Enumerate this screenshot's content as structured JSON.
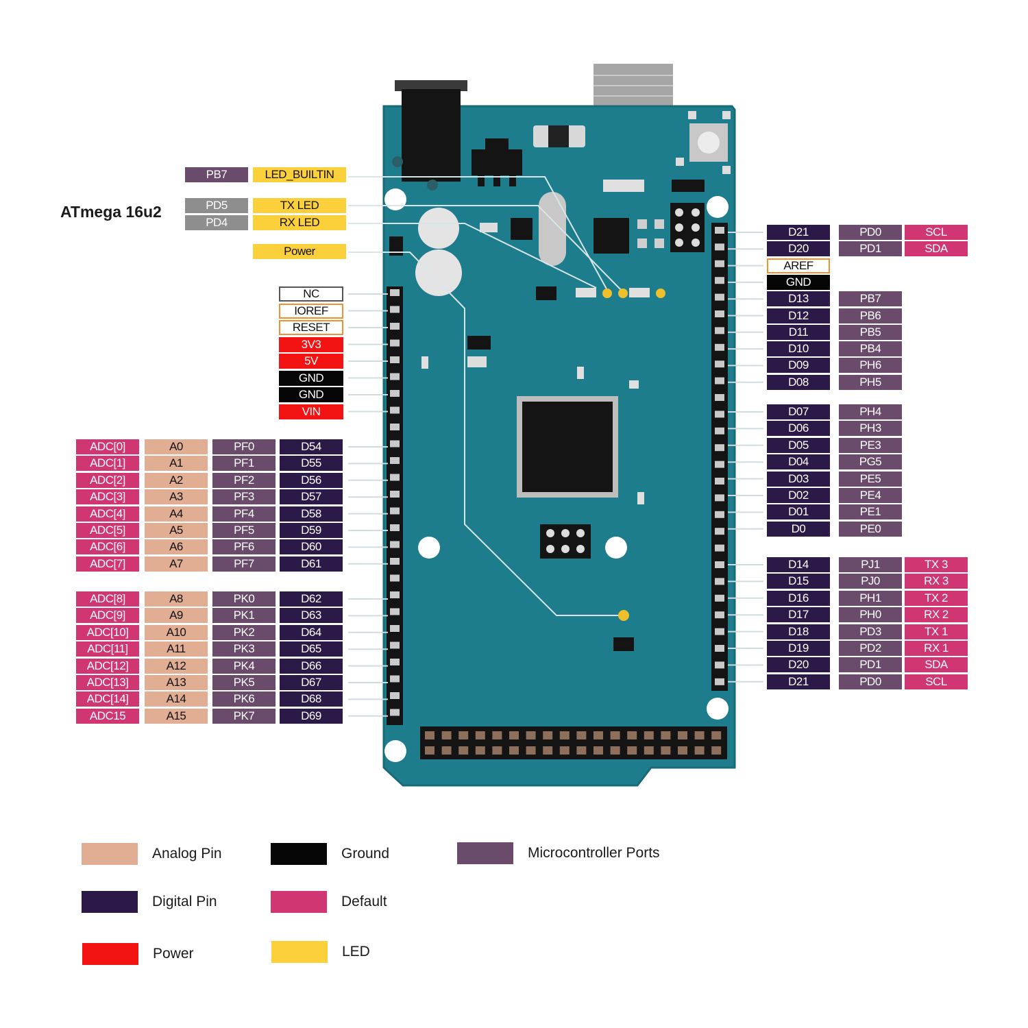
{
  "title": "ATmega 16u2",
  "colors": {
    "analog": "#e1ae93",
    "digital": "#2b1a48",
    "port": "#6a4b6b",
    "default": "#cf3672",
    "power": "#f41313",
    "ground": "#050505",
    "led": "#fcd03b",
    "board": "#1e7d8c"
  },
  "top_left": [
    {
      "port": "PB7",
      "label": "LED_BUILTIN"
    },
    {
      "port": "PD5",
      "label": "TX LED"
    },
    {
      "port": "PD4",
      "label": "RX LED"
    },
    {
      "port": "",
      "label": "Power"
    }
  ],
  "power_header": [
    "NC",
    "IOREF",
    "RESET",
    "3V3",
    "5V",
    "GND",
    "GND",
    "VIN"
  ],
  "analog_group1": [
    [
      "ADC[0]",
      "A0",
      "PF0",
      "D54"
    ],
    [
      "ADC[1]",
      "A1",
      "PF1",
      "D55"
    ],
    [
      "ADC[2]",
      "A2",
      "PF2",
      "D56"
    ],
    [
      "ADC[3]",
      "A3",
      "PF3",
      "D57"
    ],
    [
      "ADC[4]",
      "A4",
      "PF4",
      "D58"
    ],
    [
      "ADC[5]",
      "A5",
      "PF5",
      "D59"
    ],
    [
      "ADC[6]",
      "A6",
      "PF6",
      "D60"
    ],
    [
      "ADC[7]",
      "A7",
      "PF7",
      "D61"
    ]
  ],
  "analog_group2": [
    [
      "ADC[8]",
      "A8",
      "PK0",
      "D62"
    ],
    [
      "ADC[9]",
      "A9",
      "PK1",
      "D63"
    ],
    [
      "ADC[10]",
      "A10",
      "PK2",
      "D64"
    ],
    [
      "ADC[11]",
      "A11",
      "PK3",
      "D65"
    ],
    [
      "ADC[12]",
      "A12",
      "PK4",
      "D66"
    ],
    [
      "ADC[13]",
      "A13",
      "PK5",
      "D67"
    ],
    [
      "ADC[14]",
      "A14",
      "PK6",
      "D68"
    ],
    [
      "ADC15",
      "A15",
      "PK7",
      "D69"
    ]
  ],
  "right_group1": [
    [
      "D21",
      "PD0",
      "SCL"
    ],
    [
      "D20",
      "PD1",
      "SDA"
    ],
    [
      "AREF",
      "",
      ""
    ],
    [
      "GND",
      "",
      ""
    ],
    [
      "D13",
      "PB7",
      ""
    ],
    [
      "D12",
      "PB6",
      ""
    ],
    [
      "D11",
      "PB5",
      ""
    ],
    [
      "D10",
      "PB4",
      ""
    ],
    [
      "D09",
      "PH6",
      ""
    ],
    [
      "D08",
      "PH5",
      ""
    ]
  ],
  "right_group2": [
    [
      "D07",
      "PH4"
    ],
    [
      "D06",
      "PH3"
    ],
    [
      "D05",
      "PE3"
    ],
    [
      "D04",
      "PG5"
    ],
    [
      "D03",
      "PE5"
    ],
    [
      "D02",
      "PE4"
    ],
    [
      "D01",
      "PE1"
    ],
    [
      "D0",
      "PE0"
    ]
  ],
  "right_group3": [
    [
      "D14",
      "PJ1",
      "TX 3"
    ],
    [
      "D15",
      "PJ0",
      "RX 3"
    ],
    [
      "D16",
      "PH1",
      "TX 2"
    ],
    [
      "D17",
      "PH0",
      "RX 2"
    ],
    [
      "D18",
      "PD3",
      "TX 1"
    ],
    [
      "D19",
      "PD2",
      "RX 1"
    ],
    [
      "D20",
      "PD1",
      "SDA"
    ],
    [
      "D21",
      "PD0",
      "SCL"
    ]
  ],
  "legend": [
    {
      "label": "Analog Pin",
      "color": "#e1ae93"
    },
    {
      "label": "Ground",
      "color": "#050505"
    },
    {
      "label": "Microcontroller Ports",
      "color": "#6a4b6b"
    },
    {
      "label": "Digital Pin",
      "color": "#2b1a48"
    },
    {
      "label": "Default",
      "color": "#cf3672"
    },
    {
      "label": "Power",
      "color": "#f41313"
    },
    {
      "label": "LED",
      "color": "#fcd03b"
    }
  ]
}
